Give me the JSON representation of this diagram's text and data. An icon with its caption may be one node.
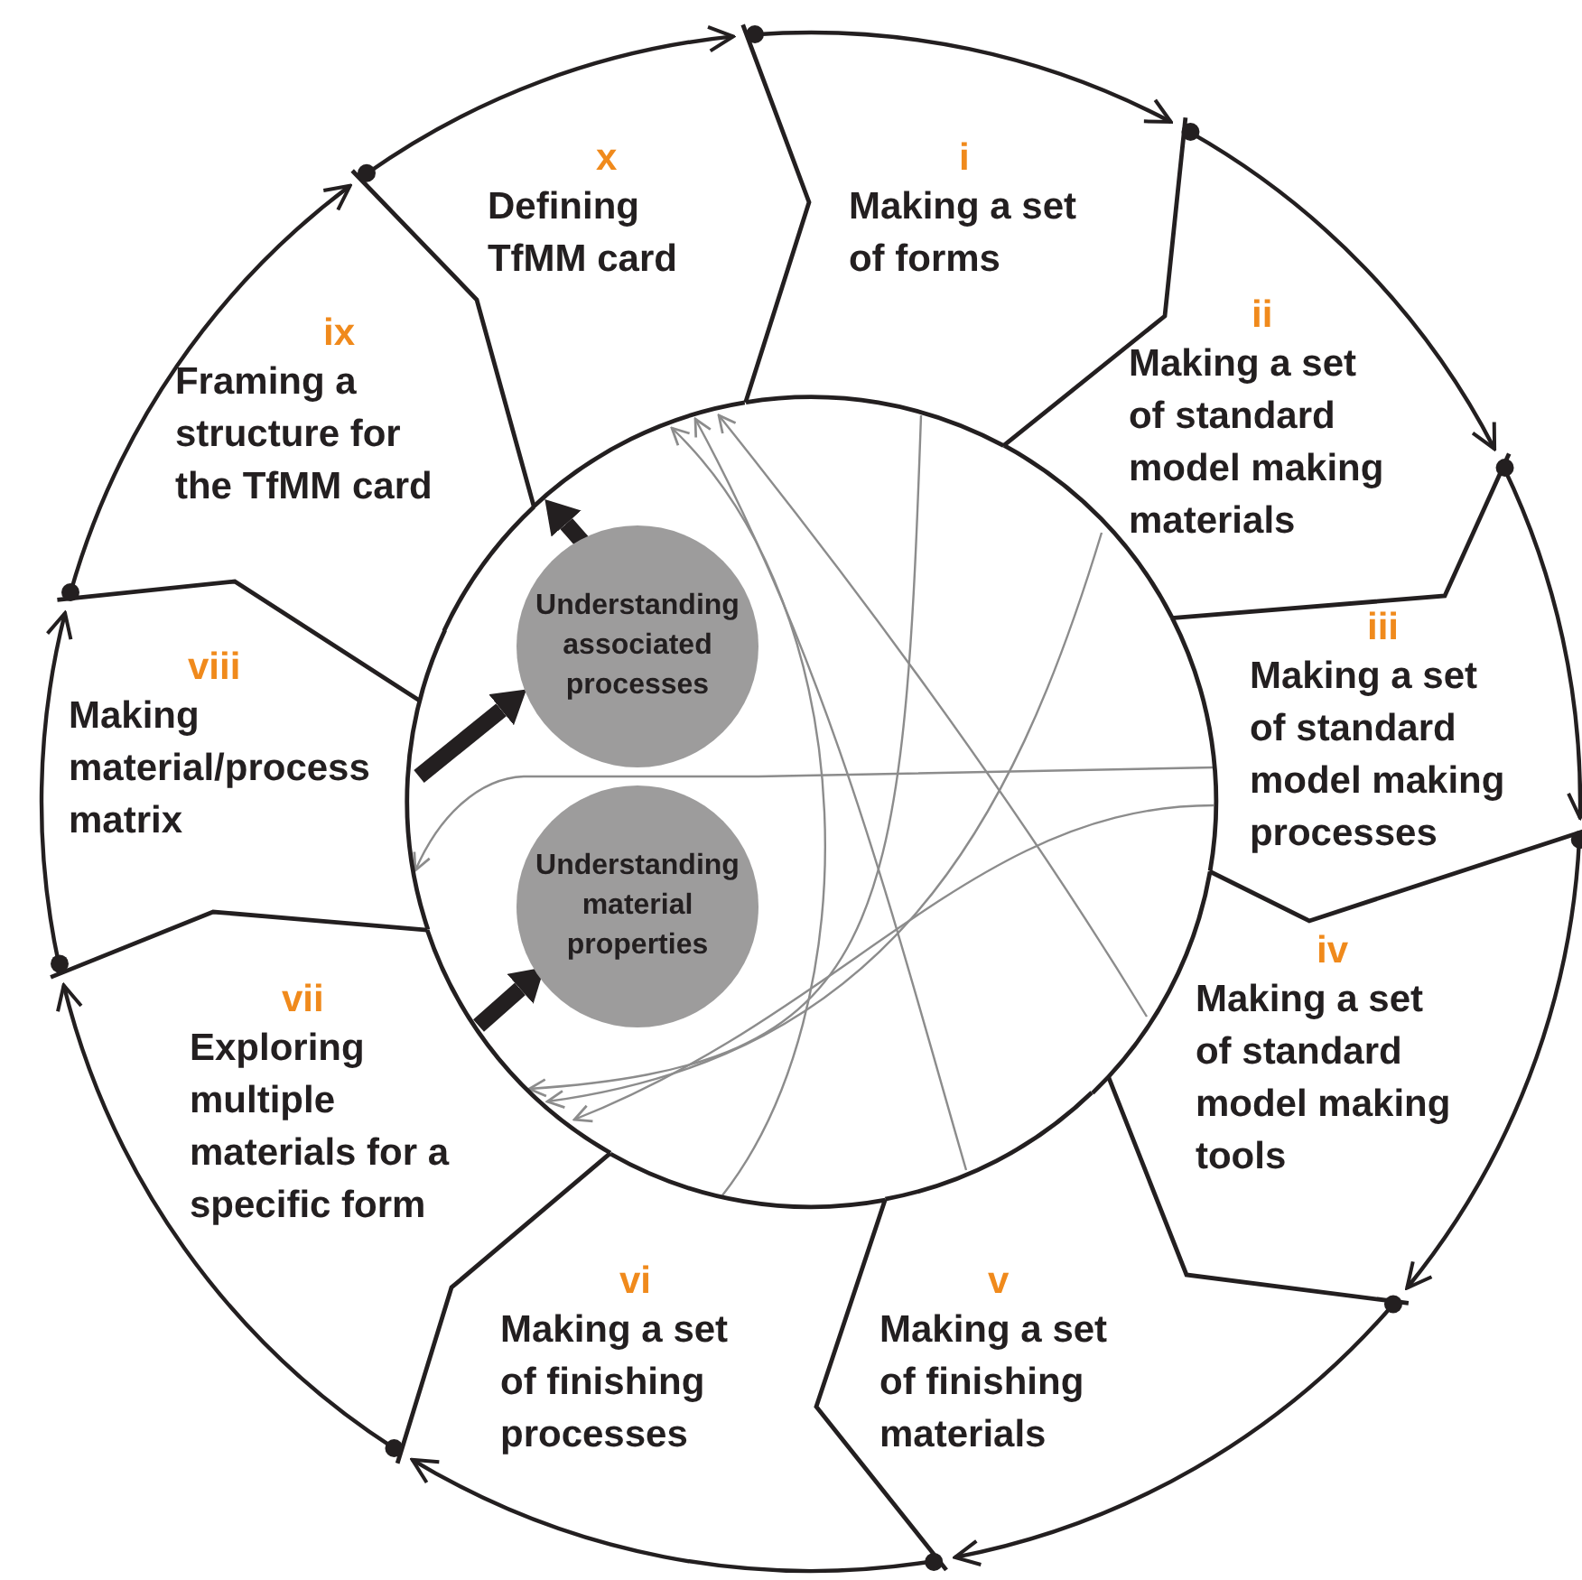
{
  "diagram": {
    "nodes": [
      {
        "text": [
          "i",
          "Making a set of forms"
        ]
      },
      {
        "text": [
          "ii",
          "Making a set of standard model making materials"
        ]
      },
      {
        "text": [
          "iii",
          "Making a set of standard model making processes"
        ]
      },
      {
        "text": [
          "iv",
          "Making a set of standard model making tools"
        ]
      },
      {
        "text": [
          "v",
          "Making a set of finishing materials"
        ]
      },
      {
        "text": [
          "vi",
          "Making a set of finishing processes"
        ]
      },
      {
        "text": [
          "vii",
          "Exploring multiple materials for a specific form"
        ]
      },
      {
        "text": [
          "viii",
          "Making material/process matrix"
        ]
      },
      {
        "text": [
          "ix",
          "Framing a structure for the TfMM card"
        ]
      },
      {
        "text": [
          "x",
          "Defining TfMM card"
        ]
      },
      {
        "text": [
          "Understanding associated processes"
        ]
      },
      {
        "text": [
          "Understanding material properties"
        ]
      }
    ],
    "edges": [
      {
        "from": 0,
        "to": 1,
        "arrow": "to"
      },
      {
        "from": 1,
        "to": 2,
        "arrow": "to"
      },
      {
        "from": 2,
        "to": 3,
        "arrow": "to"
      },
      {
        "from": 3,
        "to": 4,
        "arrow": "to"
      },
      {
        "from": 4,
        "to": 5,
        "arrow": "to"
      },
      {
        "from": 5,
        "to": 6,
        "arrow": "to"
      },
      {
        "from": 6,
        "to": 7,
        "arrow": "to"
      },
      {
        "from": 7,
        "to": 8,
        "arrow": "to"
      },
      {
        "from": 8,
        "to": 9,
        "arrow": "to"
      },
      {
        "from": 9,
        "to": 0,
        "arrow": "to"
      },
      {
        "from": 0,
        "to": 6,
        "arrow": "to",
        "color": "#8c8c8c"
      },
      {
        "from": 1,
        "to": 6,
        "arrow": "to",
        "color": "#8c8c8c"
      },
      {
        "from": 2,
        "to": 6,
        "arrow": "to",
        "color": "#8c8c8c"
      },
      {
        "from": 2,
        "to": 7,
        "arrow": "to",
        "color": "#8c8c8c"
      },
      {
        "from": 3,
        "to": 9,
        "arrow": "to",
        "color": "#8c8c8c"
      },
      {
        "from": 4,
        "to": 9,
        "arrow": "to",
        "color": "#8c8c8c"
      },
      {
        "from": 5,
        "to": 9,
        "arrow": "to",
        "color": "#8c8c8c"
      },
      {
        "from": 7,
        "to": 10,
        "arrow": "to",
        "style": "thick"
      },
      {
        "from": 6,
        "to": 11,
        "arrow": "to",
        "style": "thick"
      },
      {
        "from": 10,
        "to": 9,
        "arrow": "to",
        "style": "thick"
      }
    ]
  }
}
